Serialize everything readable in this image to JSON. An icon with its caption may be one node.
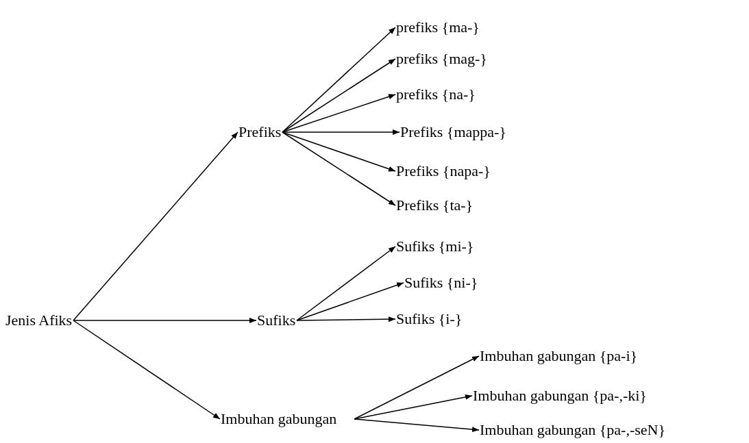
{
  "diagram": {
    "nodes": [
      {
        "text": [
          "Jenis Afiks"
        ]
      },
      {
        "text": [
          "Prefiks"
        ]
      },
      {
        "text": [
          "Sufiks"
        ]
      },
      {
        "text": [
          "Imbuhan gabungan"
        ]
      },
      {
        "text": [
          "prefiks {ma-}"
        ]
      },
      {
        "text": [
          "prefiks {mag-}"
        ]
      },
      {
        "text": [
          "prefiks {na-}"
        ]
      },
      {
        "text": [
          "Prefiks {mappa-}"
        ]
      },
      {
        "text": [
          "Prefiks {napa-}"
        ]
      },
      {
        "text": [
          "Prefiks {ta-}"
        ]
      },
      {
        "text": [
          "Sufiks {mi-}"
        ]
      },
      {
        "text": [
          "Sufiks {ni-}"
        ]
      },
      {
        "text": [
          "Sufiks {i-}"
        ]
      },
      {
        "text": [
          "Imbuhan gabungan {pa-i}"
        ]
      },
      {
        "text": [
          "Imbuhan gabungan {pa-,-ki}"
        ]
      },
      {
        "text": [
          "Imbuhan gabungan {pa-,-seN}"
        ]
      }
    ],
    "edges": [
      {
        "from": 0,
        "to": 1,
        "arrow": "to"
      },
      {
        "from": 0,
        "to": 2,
        "arrow": "to"
      },
      {
        "from": 0,
        "to": 3,
        "arrow": "to"
      },
      {
        "from": 1,
        "to": 4,
        "arrow": "to"
      },
      {
        "from": 1,
        "to": 5,
        "arrow": "to"
      },
      {
        "from": 1,
        "to": 6,
        "arrow": "to"
      },
      {
        "from": 1,
        "to": 7,
        "arrow": "to"
      },
      {
        "from": 1,
        "to": 8,
        "arrow": "to"
      },
      {
        "from": 1,
        "to": 9,
        "arrow": "to"
      },
      {
        "from": 2,
        "to": 10,
        "arrow": "to"
      },
      {
        "from": 2,
        "to": 11,
        "arrow": "to"
      },
      {
        "from": 2,
        "to": 12,
        "arrow": "to"
      },
      {
        "from": 3,
        "to": 13,
        "arrow": "to"
      },
      {
        "from": 3,
        "to": 14,
        "arrow": "to"
      },
      {
        "from": 3,
        "to": 15,
        "arrow": "to"
      }
    ]
  }
}
